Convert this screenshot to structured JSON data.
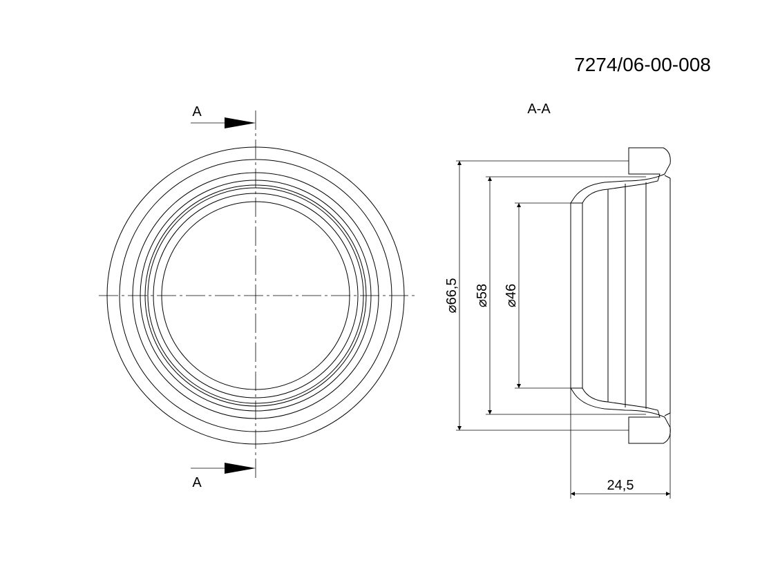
{
  "drawing_number": "7274/06-00-008",
  "section_title": "A-A",
  "section_marker_top": "A",
  "section_marker_bottom": "A",
  "dimensions": {
    "outer_diameter": "66,5",
    "mid_diameter": "58",
    "inner_diameter": "46",
    "length": "24,5",
    "diameter_symbol": "⌀"
  }
}
